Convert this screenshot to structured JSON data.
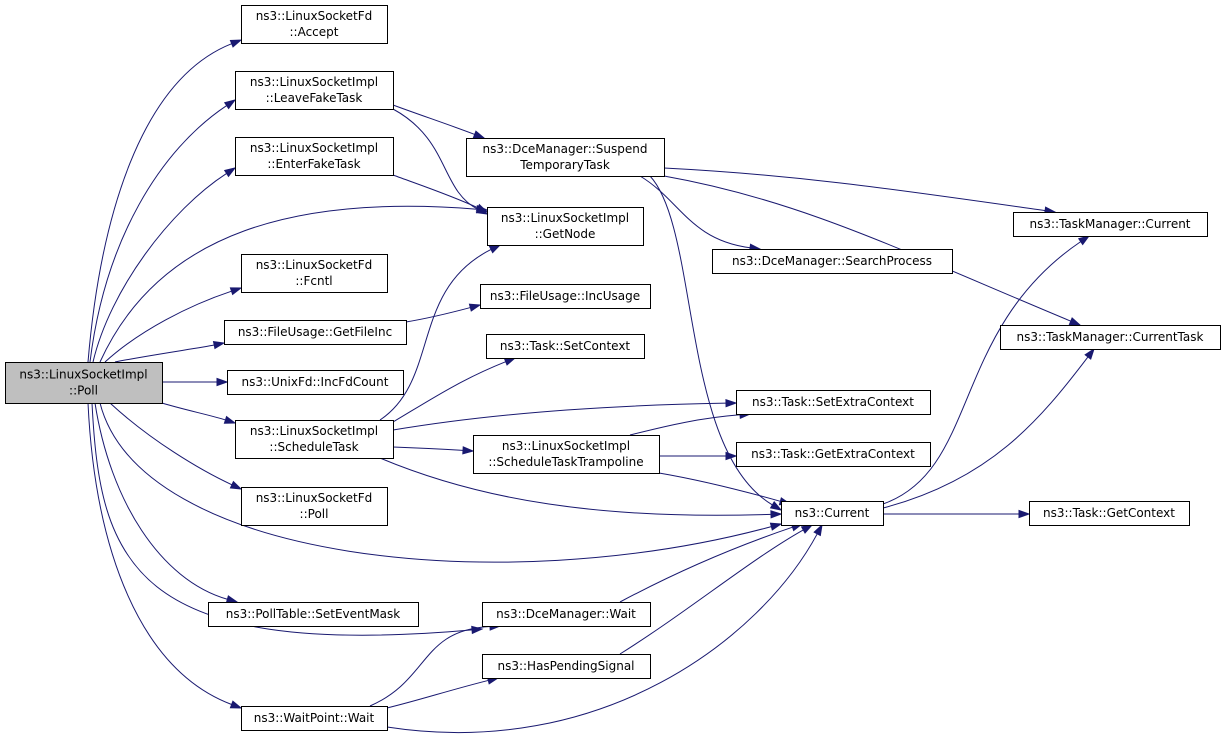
{
  "nodes": [
    {
      "id": "poll_impl",
      "lines": [
        "ns3::LinuxSocketImpl",
        "::Poll"
      ],
      "root": true
    },
    {
      "id": "accept",
      "lines": [
        "ns3::LinuxSocketFd",
        "::Accept"
      ]
    },
    {
      "id": "leave_fake",
      "lines": [
        "ns3::LinuxSocketImpl",
        "::LeaveFakeTask"
      ]
    },
    {
      "id": "enter_fake",
      "lines": [
        "ns3::LinuxSocketImpl",
        "::EnterFakeTask"
      ]
    },
    {
      "id": "fcntl",
      "lines": [
        "ns3::LinuxSocketFd",
        "::Fcntl"
      ]
    },
    {
      "id": "get_file_inc",
      "lines": [
        "ns3::FileUsage::GetFileInc"
      ]
    },
    {
      "id": "inc_fd_count",
      "lines": [
        "ns3::UnixFd::IncFdCount"
      ]
    },
    {
      "id": "schedule_task",
      "lines": [
        "ns3::LinuxSocketImpl",
        "::ScheduleTask"
      ]
    },
    {
      "id": "fd_poll",
      "lines": [
        "ns3::LinuxSocketFd",
        "::Poll"
      ]
    },
    {
      "id": "set_event_mask",
      "lines": [
        "ns3::PollTable::SetEventMask"
      ]
    },
    {
      "id": "waitpoint_wait",
      "lines": [
        "ns3::WaitPoint::Wait"
      ]
    },
    {
      "id": "suspend",
      "lines": [
        "ns3::DceManager::Suspend",
        "TemporaryTask"
      ]
    },
    {
      "id": "get_node",
      "lines": [
        "ns3::LinuxSocketImpl",
        "::GetNode"
      ]
    },
    {
      "id": "inc_usage",
      "lines": [
        "ns3::FileUsage::IncUsage"
      ]
    },
    {
      "id": "set_context",
      "lines": [
        "ns3::Task::SetContext"
      ]
    },
    {
      "id": "trampoline",
      "lines": [
        "ns3::LinuxSocketImpl",
        "::ScheduleTaskTrampoline"
      ]
    },
    {
      "id": "dce_wait",
      "lines": [
        "ns3::DceManager::Wait"
      ]
    },
    {
      "id": "has_pending",
      "lines": [
        "ns3::HasPendingSignal"
      ]
    },
    {
      "id": "search_process",
      "lines": [
        "ns3::DceManager::SearchProcess"
      ]
    },
    {
      "id": "set_extra",
      "lines": [
        "ns3::Task::SetExtraContext"
      ]
    },
    {
      "id": "get_extra",
      "lines": [
        "ns3::Task::GetExtraContext"
      ]
    },
    {
      "id": "current",
      "lines": [
        "ns3::Current"
      ]
    },
    {
      "id": "tm_current",
      "lines": [
        "ns3::TaskManager::Current"
      ]
    },
    {
      "id": "tm_current_task",
      "lines": [
        "ns3::TaskManager::CurrentTask"
      ]
    },
    {
      "id": "get_context",
      "lines": [
        "ns3::Task::GetContext"
      ]
    }
  ],
  "edges": [
    {
      "from": "poll_impl",
      "to": "accept"
    },
    {
      "from": "poll_impl",
      "to": "leave_fake"
    },
    {
      "from": "poll_impl",
      "to": "enter_fake"
    },
    {
      "from": "poll_impl",
      "to": "get_node"
    },
    {
      "from": "poll_impl",
      "to": "fcntl"
    },
    {
      "from": "poll_impl",
      "to": "get_file_inc"
    },
    {
      "from": "poll_impl",
      "to": "inc_fd_count"
    },
    {
      "from": "poll_impl",
      "to": "schedule_task"
    },
    {
      "from": "poll_impl",
      "to": "fd_poll"
    },
    {
      "from": "poll_impl",
      "to": "current"
    },
    {
      "from": "poll_impl",
      "to": "set_event_mask"
    },
    {
      "from": "poll_impl",
      "to": "dce_wait"
    },
    {
      "from": "poll_impl",
      "to": "waitpoint_wait"
    },
    {
      "from": "leave_fake",
      "to": "suspend"
    },
    {
      "from": "leave_fake",
      "to": "get_node"
    },
    {
      "from": "enter_fake",
      "to": "get_node"
    },
    {
      "from": "suspend",
      "to": "tm_current"
    },
    {
      "from": "suspend",
      "to": "search_process"
    },
    {
      "from": "suspend",
      "to": "tm_current_task"
    },
    {
      "from": "suspend",
      "to": "current"
    },
    {
      "from": "get_file_inc",
      "to": "inc_usage"
    },
    {
      "from": "schedule_task",
      "to": "get_node"
    },
    {
      "from": "schedule_task",
      "to": "set_context"
    },
    {
      "from": "schedule_task",
      "to": "set_extra"
    },
    {
      "from": "schedule_task",
      "to": "trampoline"
    },
    {
      "from": "schedule_task",
      "to": "current"
    },
    {
      "from": "trampoline",
      "to": "set_extra"
    },
    {
      "from": "trampoline",
      "to": "get_extra"
    },
    {
      "from": "trampoline",
      "to": "current"
    },
    {
      "from": "current",
      "to": "tm_current"
    },
    {
      "from": "current",
      "to": "tm_current_task"
    },
    {
      "from": "current",
      "to": "get_context"
    },
    {
      "from": "dce_wait",
      "to": "current"
    },
    {
      "from": "has_pending",
      "to": "current"
    },
    {
      "from": "waitpoint_wait",
      "to": "dce_wait"
    },
    {
      "from": "waitpoint_wait",
      "to": "has_pending"
    },
    {
      "from": "waitpoint_wait",
      "to": "current"
    }
  ]
}
